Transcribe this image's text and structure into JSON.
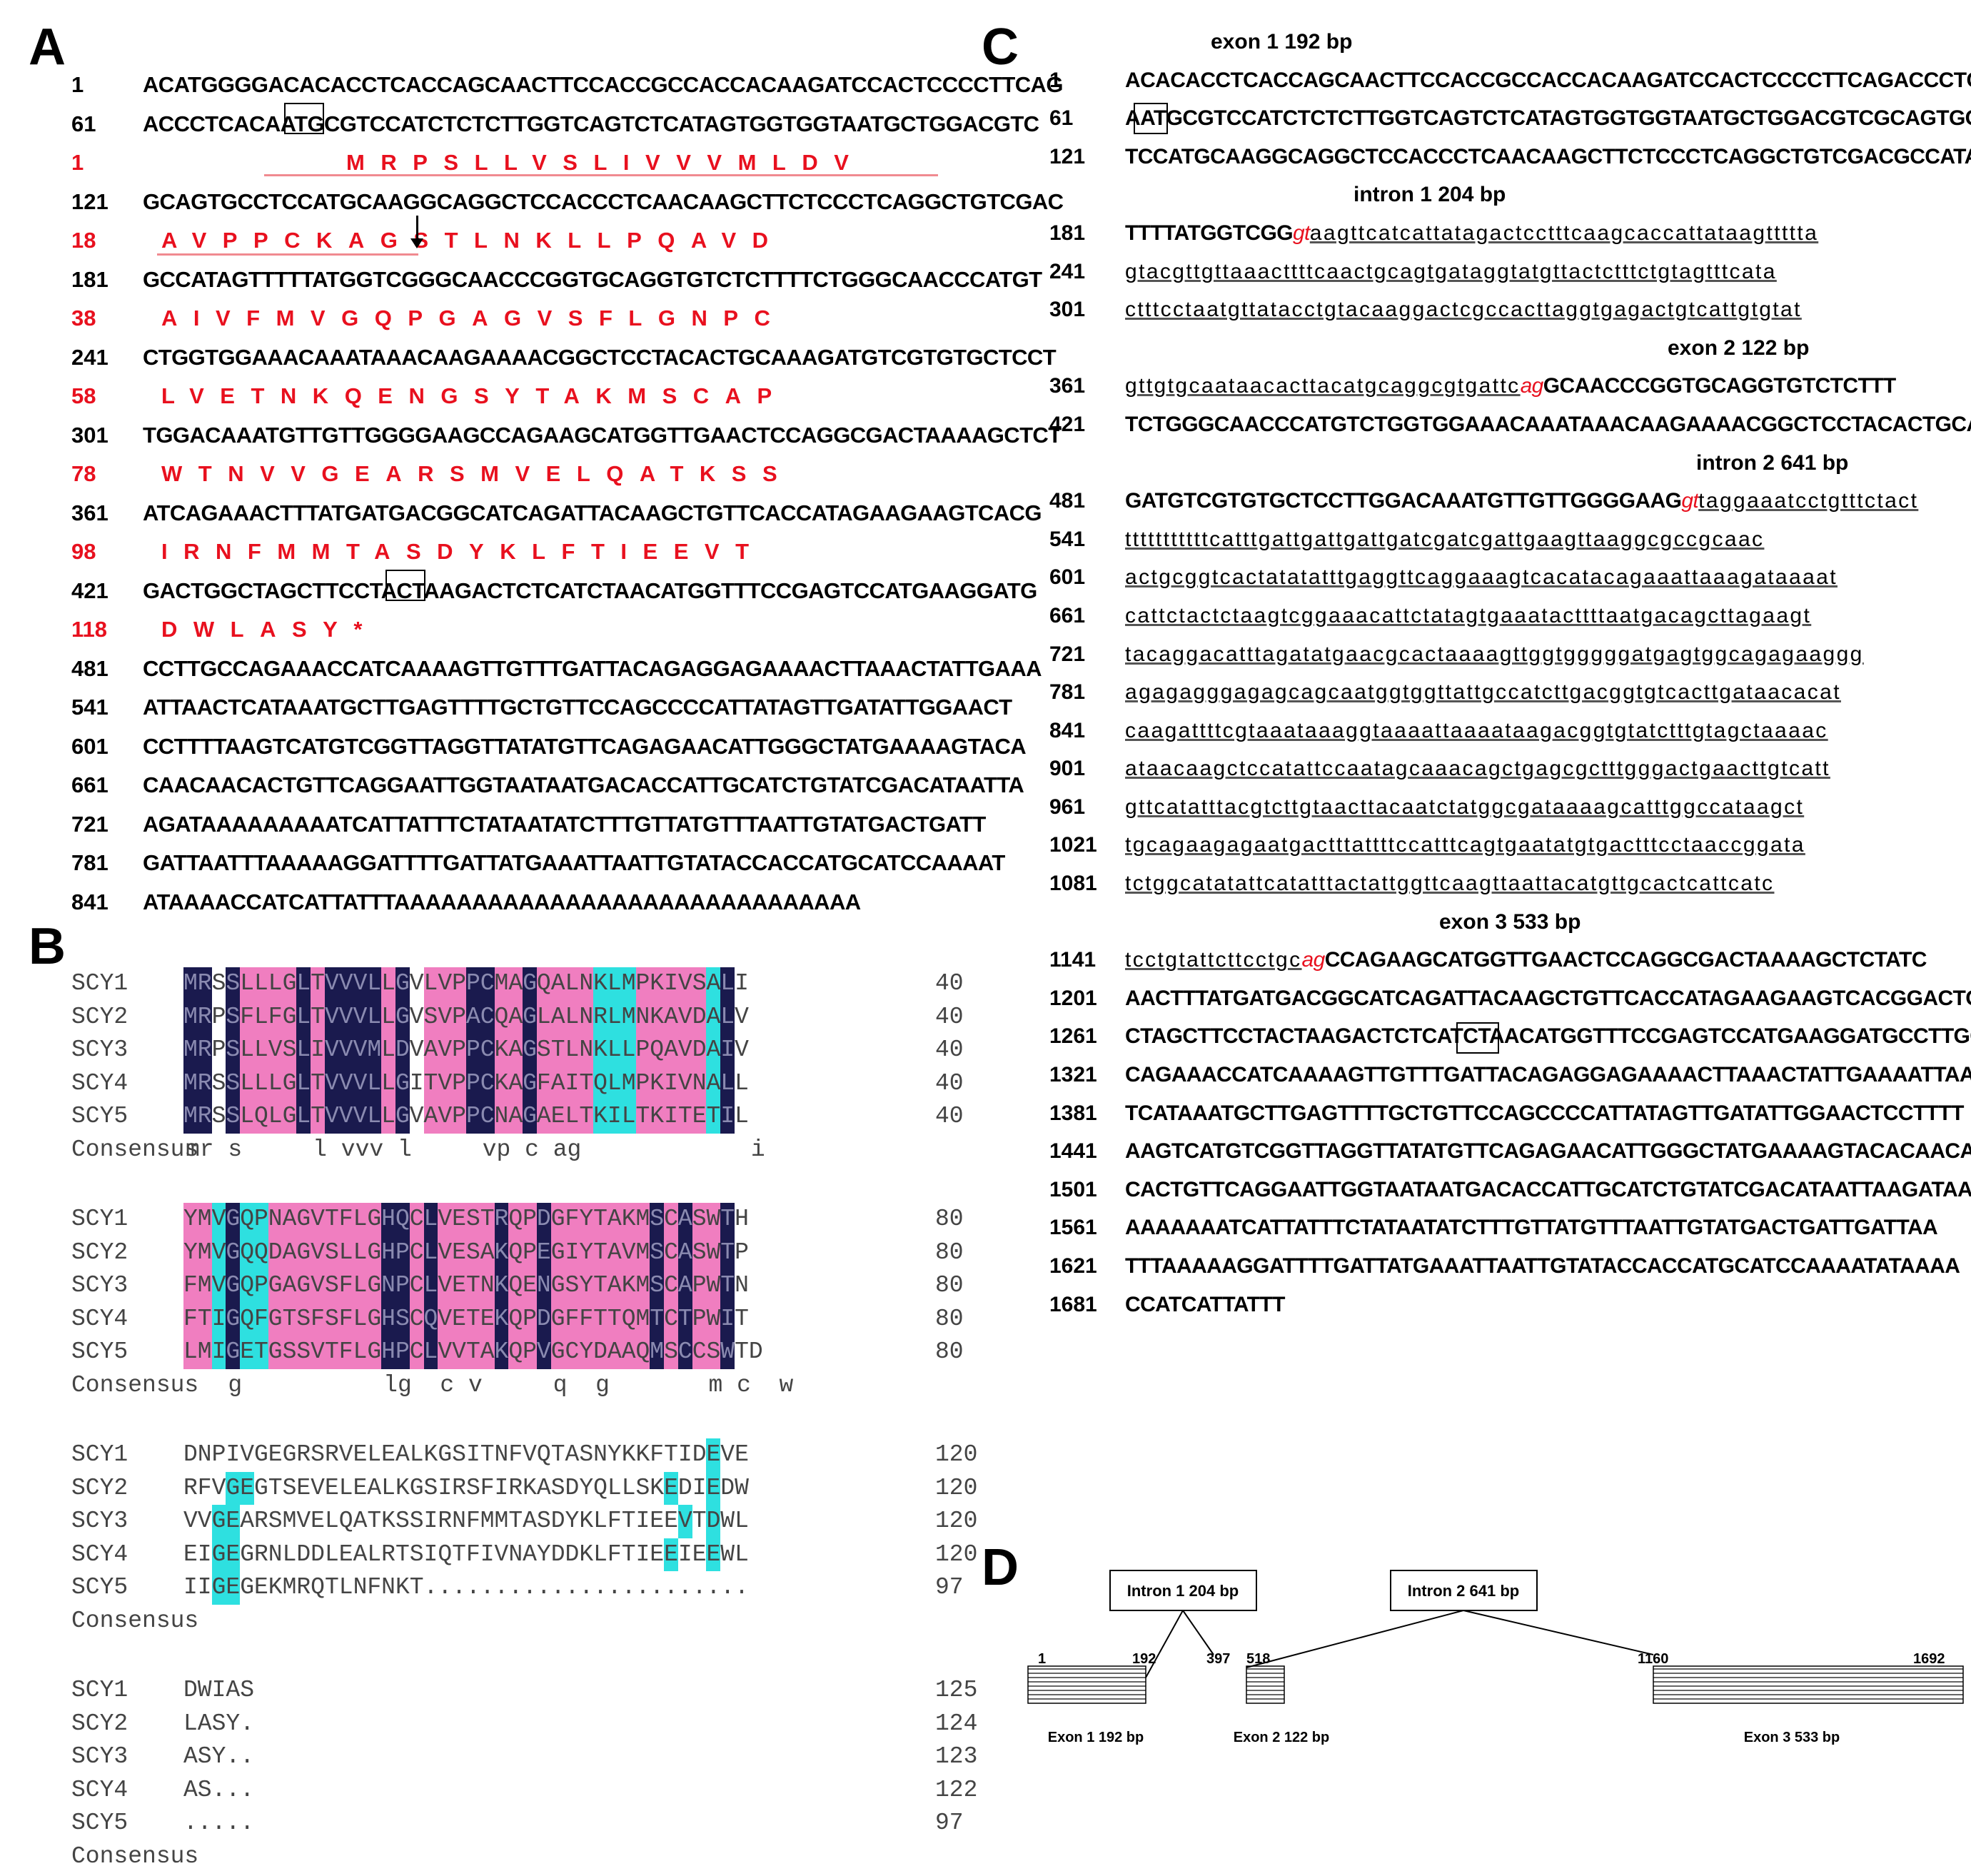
{
  "figure": {
    "panels": [
      "A",
      "B",
      "C",
      "D"
    ]
  },
  "panelA": {
    "rows": [
      {
        "num": "1",
        "seq": "ACATGGGGACACACCTCACCAGCAACTTCCACCGCCACCACAAGATCCACTCCCCTTCAG",
        "type": "nt"
      },
      {
        "num": "61",
        "seq": "ACCCTCACAATGCGTCCATCTCTCTTGGTCAGTCTCATAGTGGTGGTAATGCTGGACGTC",
        "type": "nt"
      },
      {
        "num": "1",
        "seq": "MRPSLLVSLIVVVMLDV",
        "type": "aa"
      },
      {
        "num": "121",
        "seq": "GCAGTGCCTCCATGCAAGGCAGGCTCCACCCTCAACAAGCTTCTCCCTCAGGCTGTCGAC",
        "type": "nt"
      },
      {
        "num": "18",
        "seq": "AVPPCKAGSTLNKLLPQAVD",
        "type": "aa"
      },
      {
        "num": "181",
        "seq": "GCCATAGTTTTTATGGTCGGGCAACCCGGTGCAGGTGTCTCTTTTCTGGGCAACCCATGT",
        "type": "nt"
      },
      {
        "num": "38",
        "seq": "AIVFMVGQPGAGVSFLGNPC",
        "type": "aa"
      },
      {
        "num": "241",
        "seq": "CTGGTGGAAACAAATAAACAAGAAAACGGCTCCTACACTGCAAAGATGTCGTGTGCTCCT",
        "type": "nt"
      },
      {
        "num": "58",
        "seq": "LVETNKQENGSYTAKMSCAP",
        "type": "aa"
      },
      {
        "num": "301",
        "seq": "TGGACAAATGTTGTTGGGGAAGCCAGAAGCATGGTTGAACTCCAGGCGACTAAAAGCTCT",
        "type": "nt"
      },
      {
        "num": "78",
        "seq": "WTNVVGEARSMVELQATKSS",
        "type": "aa"
      },
      {
        "num": "361",
        "seq": "ATCAGAAACTTTATGATGACGGCATCAGATTACAAGCTGTTCACCATAGAAGAAGTCACG",
        "type": "nt"
      },
      {
        "num": "98",
        "seq": "IRNFMMTASDYKLFTIEEVT",
        "type": "aa"
      },
      {
        "num": "421",
        "seq": "GACTGGCTAGCTTCCTACTAAGACTCTCATCTAACATGGTTTCCGAGTCCATGAAGGATG",
        "type": "nt"
      },
      {
        "num": "118",
        "seq": "DWLASY*",
        "type": "aa"
      },
      {
        "num": "481",
        "seq": "CCTTGCCAGAAACCATCAAAAGTTGTTTGATTACAGAGGAGAAAACTTAAACTATTGAAA",
        "type": "nt"
      },
      {
        "num": "541",
        "seq": "ATTAACTCATAAATGCTTGAGTTTTGCTGTTCCAGCCCCATTATAGTTGATATTGGAACT",
        "type": "nt"
      },
      {
        "num": "601",
        "seq": "CCTTTTAAGTCATGTCGGTTAGGTTATATGTTCAGAGAACATTGGGCTATGAAAAGTACA",
        "type": "nt"
      },
      {
        "num": "661",
        "seq": "CAACAACACTGTTCAGGAATTGGTAATAATGACACCATTGCATCTGTATCGACATAATTA",
        "type": "nt"
      },
      {
        "num": "721",
        "seq": "AGATAAAAAAAAATCATTATTTCTATAATATCTTTGTTATGTTTAATTGTATGACTGATT",
        "type": "nt"
      },
      {
        "num": "781",
        "seq": "GATTAATTTAAAAAGGATTTTGATTATGAAATTAATTGTATACCACCATGCATCCAAAAT",
        "type": "nt"
      },
      {
        "num": "841",
        "seq": "ATAAAACCATCATTATTTAAAAAAAAAAAAAAAAAAAAAAAAAAAAAA",
        "type": "nt"
      }
    ]
  },
  "panelB": {
    "consensus_label": "Consensus",
    "blocks": [
      {
        "rows": [
          {
            "name": "SCY1",
            "seq": "MRSSLLLGLTVVVLLGVLVPPCMAGQALNKLMPKIVSALI",
            "count": "40"
          },
          {
            "name": "SCY2",
            "seq": "MRPSFLFGLTVVVLLGVSVPACQAGLALNRLMNKAVDALV",
            "count": "40"
          },
          {
            "name": "SCY3",
            "seq": "MRPSLLVSLIVVVMLDVAVPPCKAGSTLNKLLPQAVDAIV",
            "count": "40"
          },
          {
            "name": "SCY4",
            "seq": "MRSSLLLGLTVVVLLGITVPPCKAGFAITQLMPKIVNALL",
            "count": "40"
          },
          {
            "name": "SCY5",
            "seq": "MRSSLQLGLTVVVLLGVAVPPCNAGAELTKILTKITETIL",
            "count": "40"
          }
        ],
        "consensus": "mr s     l vvv l     vp c ag            i"
      },
      {
        "rows": [
          {
            "name": "SCY1",
            "seq": "YMVGQPNAGVTFLGHQCLVESTRQPDGFYTAKMSCASWTH",
            "count": "80"
          },
          {
            "name": "SCY2",
            "seq": "YMVGQQDAGVSLLGHPCLVESAKQPEGIYTAVMSCASWTP",
            "count": "80"
          },
          {
            "name": "SCY3",
            "seq": "FMVGQPGAGVSFLGNPCLVETNKQENGSYTAKMSCAPWTN",
            "count": "80"
          },
          {
            "name": "SCY4",
            "seq": "FTIGQFGTSFSFLGHSCQVETEKQPDGFFTTQMTCTPWIT",
            "count": "80"
          },
          {
            "name": "SCY5",
            "seq": "LMIGETGSSVTFLGHPCLVVTAKQPVGCYDAAQMSCCSWTD",
            "count": "80"
          }
        ],
        "consensus": "   g          lg  c v     q  g       m c  w"
      },
      {
        "rows": [
          {
            "name": "SCY1",
            "seq": "DNPIVGEGRSRVELEALKGSITNFVQTASNYKKFTIDEVE",
            "count": "120"
          },
          {
            "name": "SCY2",
            "seq": "RFVGEGTSEVELEALKGSIRSFIRKASDYQLLSKEDIEDW",
            "count": "120"
          },
          {
            "name": "SCY3",
            "seq": "VVGEARSMVELQATKSSIRNFMMTASDYKLFTIEEVTDWL",
            "count": "120"
          },
          {
            "name": "SCY4",
            "seq": "EIGEGRNLDDLEALRTSIQTFIVNAYDDKLFTIEEIEEWL",
            "count": "120"
          },
          {
            "name": "SCY5",
            "seq": "IIGEGEKMRQTLNFNKT.......................",
            "count": "97"
          }
        ],
        "consensus": ""
      },
      {
        "rows": [
          {
            "name": "SCY1",
            "seq": "DWIAS",
            "count": "125"
          },
          {
            "name": "SCY2",
            "seq": "LASY.",
            "count": "124"
          },
          {
            "name": "SCY3",
            "seq": "ASY..",
            "count": "123"
          },
          {
            "name": "SCY4",
            "seq": "AS...",
            "count": "122"
          },
          {
            "name": "SCY5",
            "seq": ".....",
            "count": "97"
          }
        ],
        "consensus": ""
      }
    ]
  },
  "panelC": {
    "rows": [
      {
        "label": "exon 1     192 bp",
        "labelOffset": 120
      },
      {
        "num": "1",
        "seq": "ACACACCTCACCAGCAACTTCCACCGCCACCACAAGATCCACTCCCCTTCAGACCCTCAC"
      },
      {
        "num": "61",
        "seq": "AATGCGTCCATCTCTCTTGGTCAGTCTCATAGTGGTGGTAATGCTGGACGTCGCAGTGCC"
      },
      {
        "num": "121",
        "seq": "TCCATGCAAGGCAGGCTCCACCCTCAACAAGCTTCTCCCTCAGGCTGTCGACGCCATAGT"
      },
      {
        "label": "intron 1  204 bp",
        "labelOffset": 320
      },
      {
        "num": "181",
        "pre": "TTTTATGGTCGG",
        "red": "gt",
        "intron": "aagttcatcattatagactcctttcaagcaccattataagttttta"
      },
      {
        "num": "241",
        "intron": "gtacgttgttaaacttttcaactgcagtgataggtatgttactctttctgtagtttcata"
      },
      {
        "num": "301",
        "intron": "ctttcctaatgttatacctgtacaaggactcgccacttaggtgagactgtcattgtgtat"
      },
      {
        "label": "exon 2     122 bp",
        "labelOffset": 760
      },
      {
        "num": "361",
        "intron": "gttgtgcaataacacttacatgcaggcgtgattc",
        "red": "ag",
        "post": "GCAACCCGGTGCAGGTGTCTCTTT"
      },
      {
        "num": "421",
        "seq": "TCTGGGCAACCCATGTCTGGTGGAAACAAATAAACAAGAAAACGGCTCCTACACTGCAAA"
      },
      {
        "label": "intron 2  641 bp",
        "labelOffset": 800
      },
      {
        "num": "481",
        "pre": "GATGTCGTGTGCTCCTTGGACAAATGTTGTTGGGGAAG",
        "red": "gt",
        "intron": "taggaaatcctgtttctact"
      },
      {
        "num": "541",
        "intron": "tttttttttttcatttgattgattgattgatcgatcgattgaagttaaggcgccgcaac"
      },
      {
        "num": "601",
        "intron": "actgcggtcactatatatttgaggttcaggaaagtcacatacagaaattaaagataaaat"
      },
      {
        "num": "661",
        "intron": "cattctactctaagtcggaaacattctatagtgaaatacttttaatgacagcttagaagt"
      },
      {
        "num": "721",
        "intron": "tacaggacatttagatatgaacgcactaaaagttggtgggggatgagtggcagagaaggg"
      },
      {
        "num": "781",
        "intron": "agagagggagagcagcaatggtggttattgccatcttgacggtgtcacttgataacacat"
      },
      {
        "num": "841",
        "intron": "caagattttcgtaaataaaggtaaaattaaaataagacggtgtatctttgtagctaaaac"
      },
      {
        "num": "901",
        "intron": "ataacaagctccatattccaatagcaaacagctgagcgctttgggactgaacttgtcatt"
      },
      {
        "num": "961",
        "intron": "gttcatatttacgtcttgtaacttacaatctatggcgataaaagcatttggccataagct"
      },
      {
        "num": "1021",
        "intron": "tgcagaagagaatgactttattttccatttcagtgaatatgtgactttcctaaccggata"
      },
      {
        "num": "1081",
        "intron": "tctggcatatattcatatttactattggttcaagttaattacatgttgcactcattcatc"
      },
      {
        "label": "exon 3    533 bp",
        "labelOffset": 440
      },
      {
        "num": "1141",
        "intron": "tcctgtattcttcctgc",
        "red": "ag",
        "post": "CCAGAAGCATGGTTGAACTCCAGGCGACTAAAAGCTCTATC"
      },
      {
        "num": "1201",
        "seq": "AACTTTATGATGACGGCATCAGATTACAAGCTGTTCACCATAGAAGAAGTCACGGACTGG"
      },
      {
        "num": "1261",
        "seq": "CTAGCTTCCTACTAAGACTCTCATCTAACATGGTTTCCGAGTCCATGAAGGATGCCTTGC"
      },
      {
        "num": "1321",
        "seq": "CAGAAACCATCAAAAGTTGTTTGATTACAGAGGAGAAAACTTAAACTATTGAAAATTAAC"
      },
      {
        "num": "1381",
        "seq": "TCATAAATGCTTGAGTTTTGCTGTTCCAGCCCCATTATAGTTGATATTGGAACTCCTTTT"
      },
      {
        "num": "1441",
        "seq": "AAGTCATGTCGGTTAGGTTATATGTTCAGAGAACATTGGGCTATGAAAAGTACACAACAA"
      },
      {
        "num": "1501",
        "seq": "CACTGTTCAGGAATTGGTAATAATGACACCATTGCATCTGTATCGACATAATTAAGATAA"
      },
      {
        "num": "1561",
        "seq": "AAAAAAATCATTATTTCTATAATATCTTTGTTATGTTTAATTGTATGACTGATTGATTAA"
      },
      {
        "num": "1621",
        "seq": "TTTAAAAAGGATTTTGATTATGAAATTAATTGTATACCACCATGCATCCAAAATATAAAA"
      },
      {
        "num": "1681",
        "seq": "CCATCATTATTT"
      }
    ]
  },
  "panelD": {
    "intron1_label": "Intron 1 204 bp",
    "intron2_label": "Intron 2 641 bp",
    "pos": [
      "1",
      "192",
      "397",
      "518",
      "1160",
      "1692"
    ],
    "exon1_label": "Exon 1 192 bp",
    "exon2_label": "Exon 2 122 bp",
    "exon3_label": "Exon 3 533 bp"
  }
}
